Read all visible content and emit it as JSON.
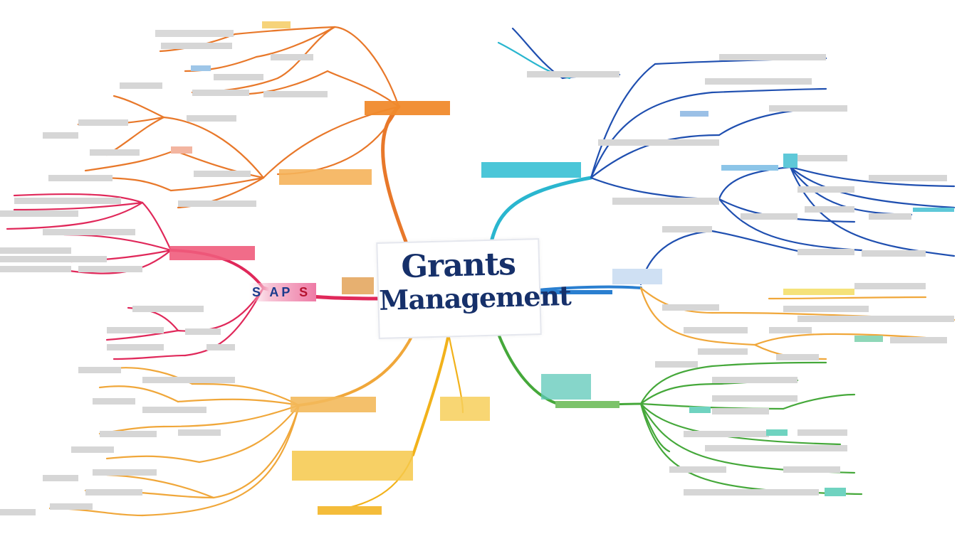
{
  "center": {
    "line1": "Grants",
    "line2": "Management"
  },
  "saps": {
    "s": "S",
    "ap": "AP",
    "s2": "S"
  },
  "colors": {
    "orange": "#e8782a",
    "blue": "#1f4fb0",
    "crimson": "#e0285a",
    "gold": "#f2b21b",
    "green": "#45a83a",
    "amber": "#f0a73a",
    "cyan": "#2ab6cf",
    "navy": "#16306a"
  }
}
